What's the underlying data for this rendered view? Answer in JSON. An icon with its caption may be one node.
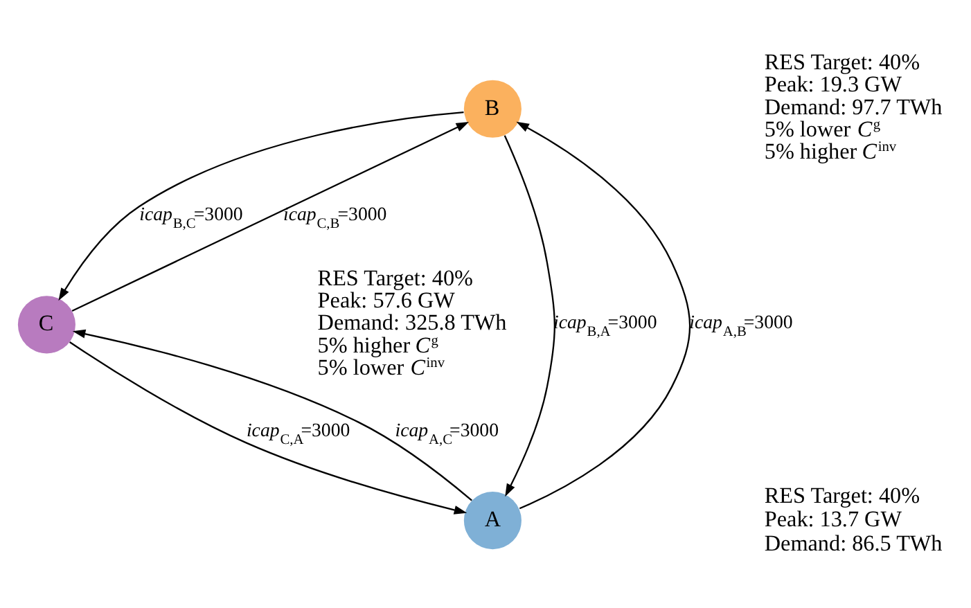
{
  "diagram": {
    "nodes": [
      {
        "text": [
          "B"
        ],
        "beside": [
          "RES Target: 40%",
          "Peak: 19.3 GW",
          "Demand: 97.7 TWh",
          "5% lower *C*$^{g}$",
          "5% higher *C*$^{inv}$"
        ]
      },
      {
        "text": [
          "C"
        ],
        "beside": [
          "RES Target: 40%",
          "Peak: 57.6 GW",
          "Demand: 325.8 TWh",
          "5% higher *C*$^{g}$",
          "5% lower *C*$^{inv}$"
        ]
      },
      {
        "text": [
          "A"
        ],
        "beside": [
          "RES Target: 40%",
          "Peak: 13.7 GW",
          "Demand: 86.5 TWh"
        ]
      }
    ],
    "edges": [
      {
        "from": 1,
        "to": 0,
        "arrow": "to",
        "label": "*icap*$_{C,B}$=3000"
      },
      {
        "from": 0,
        "to": 1,
        "arrow": "to",
        "label": "*icap*$_{B,C}$=3000"
      },
      {
        "from": 1,
        "to": 2,
        "arrow": "to",
        "label": "*icap*$_{C,A}$=3000"
      },
      {
        "from": 2,
        "to": 1,
        "arrow": "to",
        "label": "*icap*$_{A,C}$=3000"
      },
      {
        "from": 0,
        "to": 2,
        "arrow": "to",
        "label": "*icap*$_{B,A}$=3000"
      },
      {
        "from": 2,
        "to": 0,
        "arrow": "to",
        "label": "*icap*$_{A,B}$=3000"
      }
    ]
  }
}
